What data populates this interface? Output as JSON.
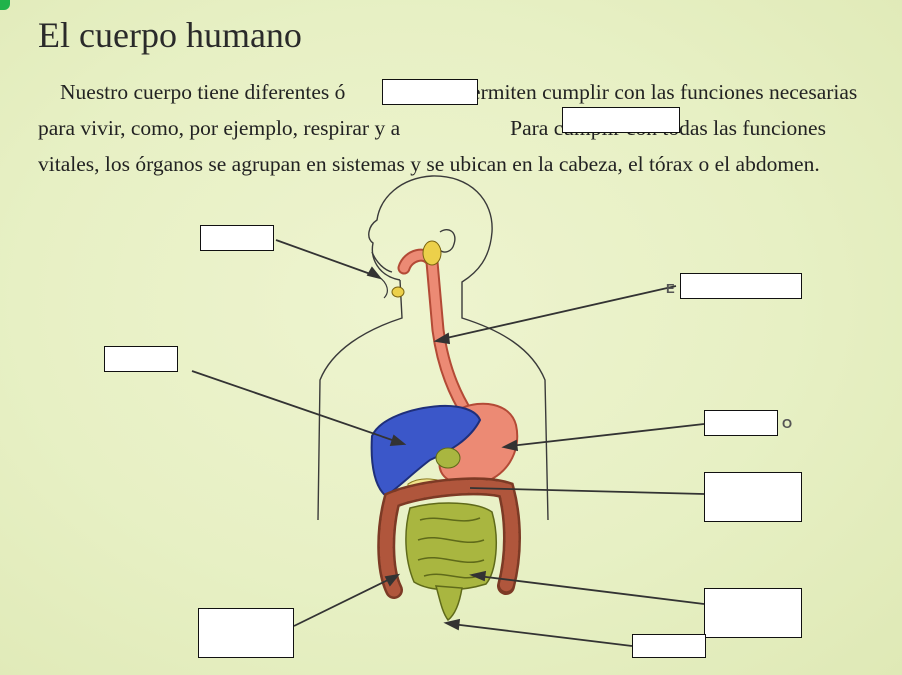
{
  "worksheet": {
    "title": "El cuerpo humano",
    "paragraph": {
      "p1": "Nuestro cuerpo tiene diferentes ó",
      "p2": "e permiten cumplir con las funciones necesarias para vivir, como, por ejemplo, respirar y a",
      "p3": "Para cumplir con todas las funciones vitales, los órganos se agrupan en sistemas y se ubican en la cabeza, el tórax o el abdomen."
    },
    "label_fragments": {
      "right_top": "E",
      "right_mid": "O"
    }
  },
  "colors": {
    "background": "#e9f1c8",
    "liver": "#3b57c9",
    "stomach": "#ec8a74",
    "esophagus": "#ec8a74",
    "large_intestine": "#b0563c",
    "small_intestine": "#a9b640",
    "salivary_gland": "#ecd04a",
    "pancreas": "#f1e38a"
  }
}
